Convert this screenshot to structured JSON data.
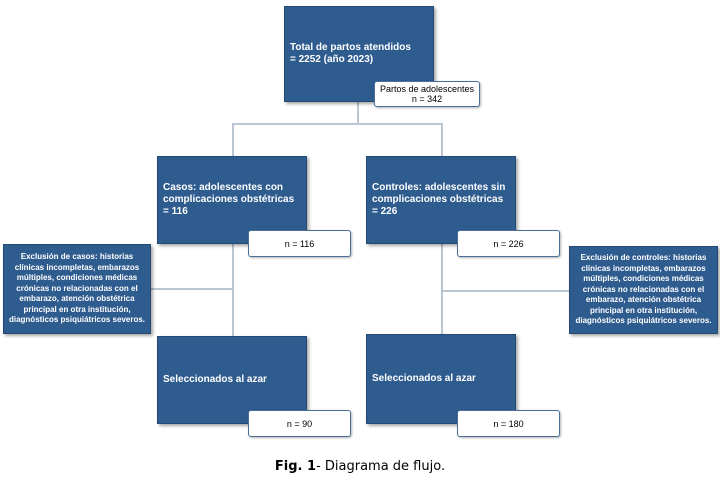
{
  "diagram": {
    "top": {
      "label": "Total de partos atendidos\n= 2252 (año 2023)"
    },
    "adolescents": {
      "label": "Partos de adolescentes\nn = 342"
    },
    "cases": {
      "label": "Casos: adolescentes con\ncomplicaciones obstétricas\n= 116",
      "count": "n = 116",
      "exclusion": "Exclusión de casos: historias clínicas incompletas, embarazos múltiples, condiciones médicas crónicas no relacionadas con el embarazo, atención obstétrica principal en otra institución, diagnósticos psiquiátricos severos.",
      "selected": "Seleccionados al azar",
      "selected_count": "n = 90"
    },
    "controls": {
      "label": "Controles: adolescentes sin\ncomplicaciones obstétricas\n= 226",
      "count": "n = 226",
      "exclusion": "Exclusión de controles: historias clínicas incompletas, embarazos múltiples, condiciones médicas crónicas no relacionadas con el embarazo, atención obstétrica principal en otra institución, diagnósticos psiquiátricos severos.",
      "selected": "Seleccionados al azar",
      "selected_count": "n = 180"
    }
  },
  "caption": {
    "label": "Fig. 1",
    "text": "- Diagrama de flujo."
  },
  "colors": {
    "box": "#2f5c8f",
    "connector": "#b9c6d3",
    "white_box_border": "#4a6f99"
  }
}
